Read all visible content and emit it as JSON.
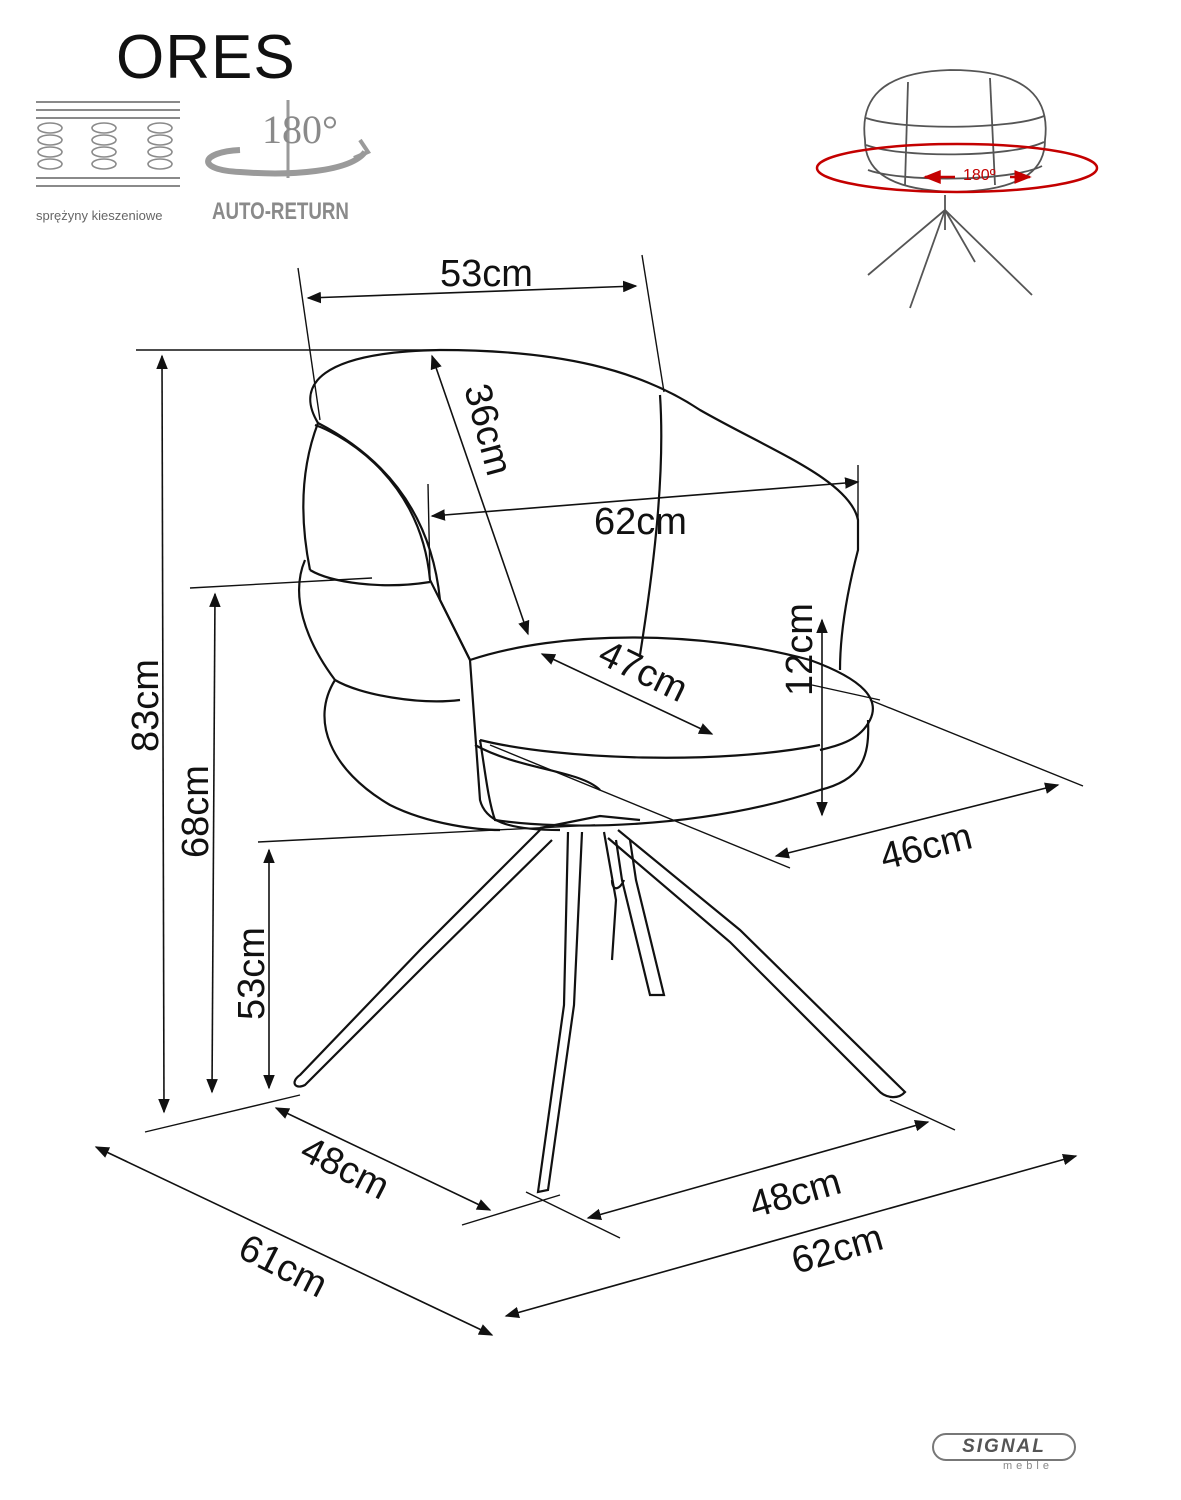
{
  "product": {
    "name": "ORES"
  },
  "features": {
    "springs_label": "sprężyny kieszeniowe",
    "rotation_degrees": "180°",
    "auto_return_label": "AUTO-RETURN"
  },
  "preview": {
    "rotation_label": "180º"
  },
  "dimensions": {
    "back_width": "53cm",
    "backrest_depth": "36cm",
    "arm_width": "62cm",
    "seat_thickness": "12cm",
    "seat_depth": "47cm",
    "total_height": "83cm",
    "arm_height": "68cm",
    "seat_height": "53cm",
    "seat_width": "46cm",
    "base_depth": "48cm",
    "base_width": "48cm",
    "total_depth": "61cm",
    "total_width": "62cm"
  },
  "brand": {
    "name": "SIGNAL",
    "sub": "meble"
  },
  "colors": {
    "line": "#111111",
    "icon_grey": "#8a8a8a",
    "rotation_red": "#c40000"
  }
}
